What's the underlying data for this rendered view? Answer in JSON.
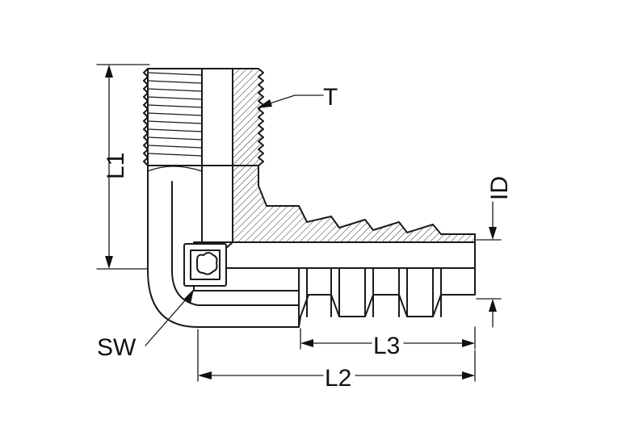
{
  "drawing": {
    "labels": {
      "thread": "T",
      "inner_diameter": "ID",
      "length_1": "L1",
      "length_2": "L2",
      "length_3": "L3",
      "wrench_size": "SW"
    },
    "colors": {
      "line": "#1a1a1a",
      "background": "#ffffff"
    }
  }
}
